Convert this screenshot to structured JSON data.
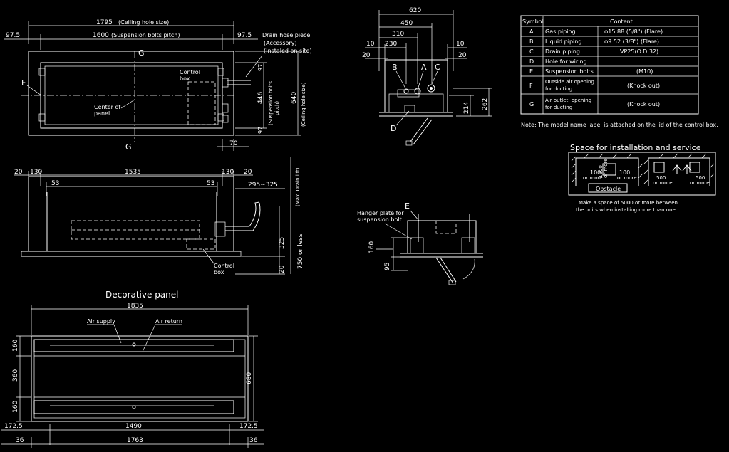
{
  "top_view": {
    "dim_1795": "1795",
    "ceiling_hole_size": "(Ceiling hole size)",
    "dim_97_5_left": "97.5",
    "dim_1600": "1600",
    "suspension_bolts_pitch": "(Suspension bolts pitch)",
    "dim_97_5_right": "97.5",
    "drain_hose_piece": "Drain hose piece",
    "accessory": "(Accessory)",
    "installed_on_site": "(Instaled on site)",
    "label_g_top": "G",
    "label_g_bottom": "G",
    "label_f": "F",
    "control_box_1": "Control",
    "control_box_2": "box",
    "center_of_panel_1": "Center of",
    "center_of_panel_2": "panel",
    "dim_97_top": "97",
    "dim_446": "446",
    "suspension_bolts_pitch_v1": "(Suspension bolts",
    "suspension_bolts_pitch_v2": "pitch)",
    "dim_640": "640",
    "ceiling_hole_size_v": "(Ceiling hole size)",
    "dim_97_bottom": "97",
    "dim_70": "70"
  },
  "front_view": {
    "dim_20_left": "20",
    "dim_130_left": "130",
    "dim_1535": "1535",
    "dim_130_right": "130",
    "dim_20_right": "20",
    "dim_53_left": "53",
    "dim_53_right": "53",
    "dim_295_325": "295~325",
    "max_drain_lift": "(Max. Drain lift)",
    "dim_750_or_less": "750 or less",
    "dim_325": "325",
    "dim_20_bottom": "20",
    "control_box_1": "Control",
    "control_box_2": "box"
  },
  "side_view": {
    "dim_620": "620",
    "dim_450": "450",
    "dim_310": "310",
    "dim_230": "230",
    "dim_10_left": "10",
    "dim_20_left": "20",
    "dim_10_right": "10",
    "dim_20_right": "20",
    "label_b": "B",
    "label_a": "A",
    "label_c": "C",
    "label_d": "D",
    "dim_214": "214",
    "dim_262": "262"
  },
  "hanger_view": {
    "hanger_plate_1": "Hanger plate for",
    "hanger_plate_2": "suspension bolt",
    "label_e": "E",
    "dim_160": "160",
    "dim_95": "95"
  },
  "symbol_table": {
    "header_symbol": "Symbol",
    "header_content": "Content",
    "rows": [
      {
        "symbol": "A",
        "name": "Gas piping",
        "spec": "ϕ15.88 (5/8\") (Flare)"
      },
      {
        "symbol": "B",
        "name": "Liquid piping",
        "spec": "ϕ9.52 (3/8\") (Flare)"
      },
      {
        "symbol": "C",
        "name": "Drain piping",
        "spec": "VP25(O.D.32)"
      },
      {
        "symbol": "D",
        "name": "Hole for wiring",
        "spec": ""
      },
      {
        "symbol": "E",
        "name": "Suspension bolts",
        "spec": "(M10)"
      },
      {
        "symbol": "F",
        "name": "Outside air opening",
        "name2": "for ducting",
        "spec": "(Knock out)"
      },
      {
        "symbol": "G",
        "name": "Air outlet: opening",
        "name2": "for ducting",
        "spec": "(Knock out)"
      }
    ]
  },
  "note": "Note: The model name label is attached on the lid of the control box.",
  "service_space": {
    "title": "Space for installation and service",
    "val_100_a": "100",
    "or_more_a": "or more",
    "val_1000": "1000",
    "or_more_b": "or more",
    "val_100_b": "100",
    "or_more_c": "or more",
    "obstacle": "Obstacle",
    "val_500_a": "500",
    "or_more_d": "or more",
    "val_500_b": "500",
    "or_more_e": "or more",
    "note_1": "Make a space of 5000 or more between",
    "note_2": "the units when installing more than one."
  },
  "panel_view": {
    "title": "Decorative panel",
    "dim_1835": "1835",
    "air_supply": "Air supply",
    "air_return": "Air return",
    "dim_160_top": "160",
    "dim_360": "360",
    "dim_160_bottom": "160",
    "dim_680": "680",
    "dim_172_5_left": "172.5",
    "dim_1490": "1490",
    "dim_172_5_right": "172.5",
    "dim_36_left": "36",
    "dim_1763": "1763",
    "dim_36_right": "36"
  }
}
